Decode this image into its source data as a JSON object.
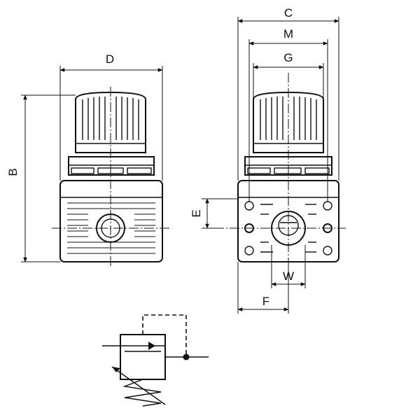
{
  "dimensions": {
    "b": "B",
    "c": "C",
    "d": "D",
    "e": "E",
    "f": "F",
    "g": "G",
    "m": "M",
    "w": "W"
  },
  "colors": {
    "line": "#111111",
    "background": "#ffffff"
  }
}
